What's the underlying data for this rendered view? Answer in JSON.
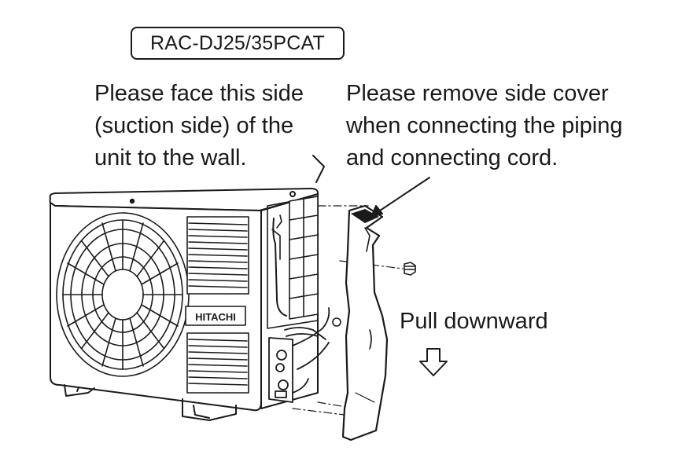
{
  "model_label": "RAC-DJ25/35PCAT",
  "note_face_wall": {
    "lines": [
      "Please face this side",
      "(suction side) of the",
      "unit to the wall."
    ]
  },
  "note_remove_cover": {
    "lines": [
      "Please remove side cover",
      "when connecting the piping",
      "and connecting cord."
    ]
  },
  "pull_label": "Pull downward",
  "brand_logo": "HITACHI",
  "colors": {
    "ink": "#1a1a1a",
    "paper": "#ffffff"
  }
}
